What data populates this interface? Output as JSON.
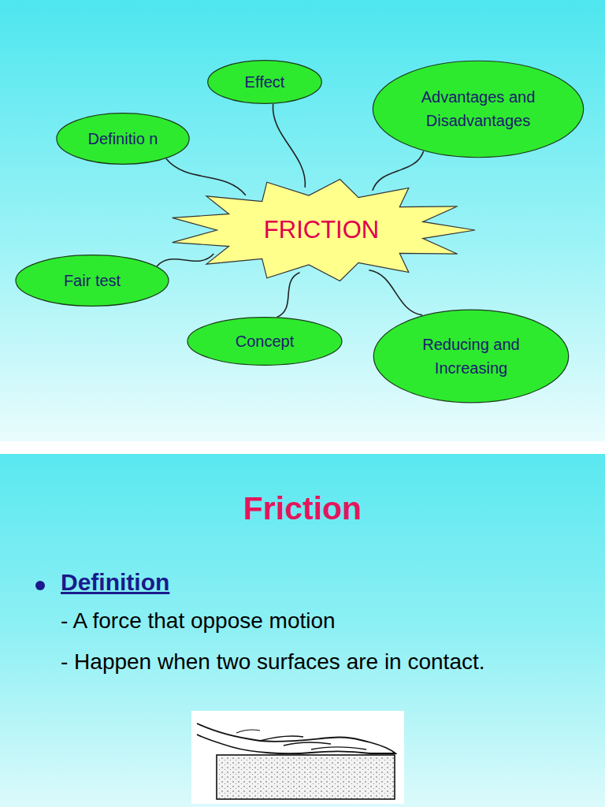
{
  "diagram": {
    "nodes": [
      {
        "text": [
          "Effect"
        ]
      },
      {
        "text": [
          "Advantages and Disadvantages"
        ]
      },
      {
        "text": [
          "Definitio n"
        ]
      },
      {
        "text": [
          "FRICTION"
        ]
      },
      {
        "text": [
          "Fair test"
        ]
      },
      {
        "text": [
          "Concept"
        ]
      },
      {
        "text": [
          "Reducing and Increasing"
        ]
      }
    ],
    "edges": [
      {
        "from": 3,
        "to": 0,
        "arrow": "none"
      },
      {
        "from": 3,
        "to": 1,
        "arrow": "none"
      },
      {
        "from": 3,
        "to": 2,
        "arrow": "none"
      },
      {
        "from": 3,
        "to": 4,
        "arrow": "none"
      },
      {
        "from": 3,
        "to": 5,
        "arrow": "none"
      },
      {
        "from": 3,
        "to": 6,
        "arrow": "none"
      }
    ],
    "labels": [
      "Friction",
      "Definition",
      "- A force that oppose motion",
      "- Happen when two surfaces are in contact."
    ]
  }
}
